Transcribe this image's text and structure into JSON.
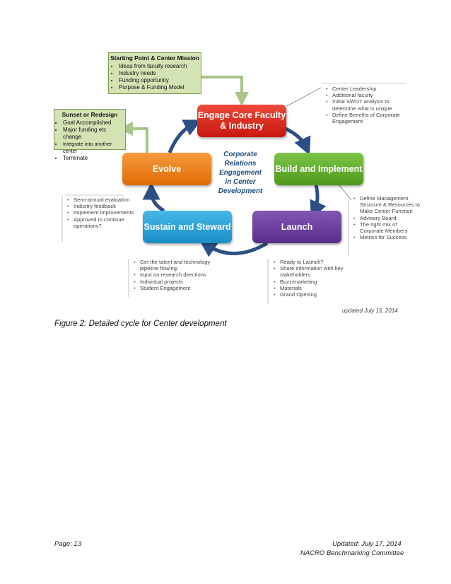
{
  "diagram": {
    "center_label": [
      "Corporate",
      "Relations",
      "Engagement",
      "in Center",
      "Development"
    ],
    "nodes": {
      "engage": "Engage Core Faculty & Industry",
      "build": "Build and Implement",
      "launch": "Launch",
      "sustain": "Sustain and Steward",
      "evolve": "Evolve"
    },
    "starting_point": {
      "title": "Starting Point & Center Mission",
      "items": [
        "Ideas from faculty research",
        "Industry needs",
        "Funding opportunity",
        "Purpose & Funding Model"
      ]
    },
    "sunset": {
      "title": "Sunset or Redesign",
      "items": [
        "Goal Accomplished",
        "Major funding etc change",
        "Integrate into another center",
        "Terminate"
      ]
    },
    "engage_notes": [
      "Center Leadership",
      "Additional faculty",
      "Initial SWOT analysis to determine what is unique",
      "Define Benefits of Corporate Engagement"
    ],
    "build_notes": [
      "Define Management Structure & Resources to Make Center Function",
      "Advisory Board",
      "The right mix of Corporate Members",
      "Metrics for Success"
    ],
    "launch_notes": [
      "Ready to Launch?",
      "Share information with key stakeholders",
      "Buzz/marketing",
      "Materials",
      "Grand Opening"
    ],
    "sustain_notes": [
      "Get the talent and technology pipeline flowing:",
      "Input on research directions",
      "Individual projects",
      "Student Engagement"
    ],
    "evolve_notes": [
      "Semi-annual evaluation",
      "Industry feedback",
      "Implement improvements",
      "Approved to continue operations?"
    ],
    "updated_label": "updated July 15, 2014",
    "colors": {
      "engage": "#e0281d",
      "build": "#62b12c",
      "launch": "#6a3a9c",
      "sustain": "#27a3d9",
      "evolve": "#f07d17",
      "arrow": "#2c4f86",
      "note_green": "#d4e3b4"
    }
  },
  "caption": "Figure 2: Detailed cycle for Center development",
  "footer": {
    "page": "Page: 13",
    "updated": "Updated: July 17, 2014",
    "committee": "NACRO Benchmarking Committee"
  }
}
